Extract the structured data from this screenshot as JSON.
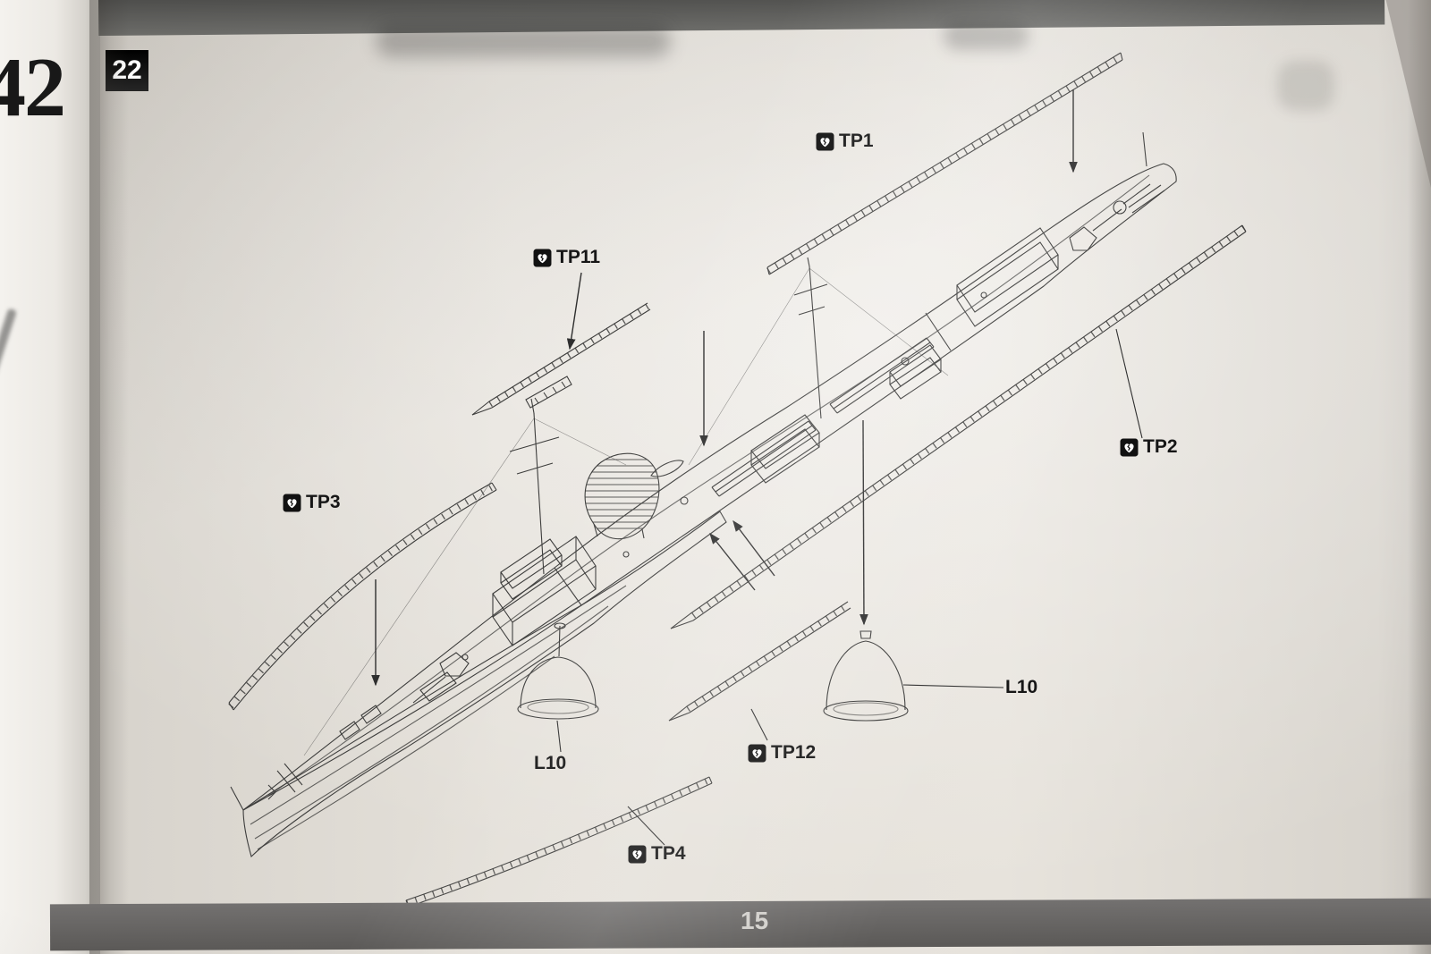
{
  "page": {
    "step_number": "22",
    "page_number": "15",
    "previous_page_number": "42"
  },
  "callouts": [
    {
      "id": "tp1",
      "label": "TP1",
      "icon": "photo-etch-marker-icon"
    },
    {
      "id": "tp11",
      "label": "TP11",
      "icon": "photo-etch-marker-icon"
    },
    {
      "id": "tp2",
      "label": "TP2",
      "icon": "photo-etch-marker-icon"
    },
    {
      "id": "tp3",
      "label": "TP3",
      "icon": "photo-etch-marker-icon"
    },
    {
      "id": "tp12",
      "label": "TP12",
      "icon": "photo-etch-marker-icon"
    },
    {
      "id": "tp4",
      "label": "TP4",
      "icon": "photo-etch-marker-icon"
    },
    {
      "id": "l10_front",
      "label": "L10"
    },
    {
      "id": "l10_rear",
      "label": "L10"
    }
  ],
  "icons": {
    "photo_etch_marker": "black rounded square badge with white broken-heart glyph"
  },
  "colors": {
    "paper": "#e4e0d9",
    "band": "#5c5b58",
    "ink": "#3d3d3c",
    "label_text": "#161616"
  }
}
